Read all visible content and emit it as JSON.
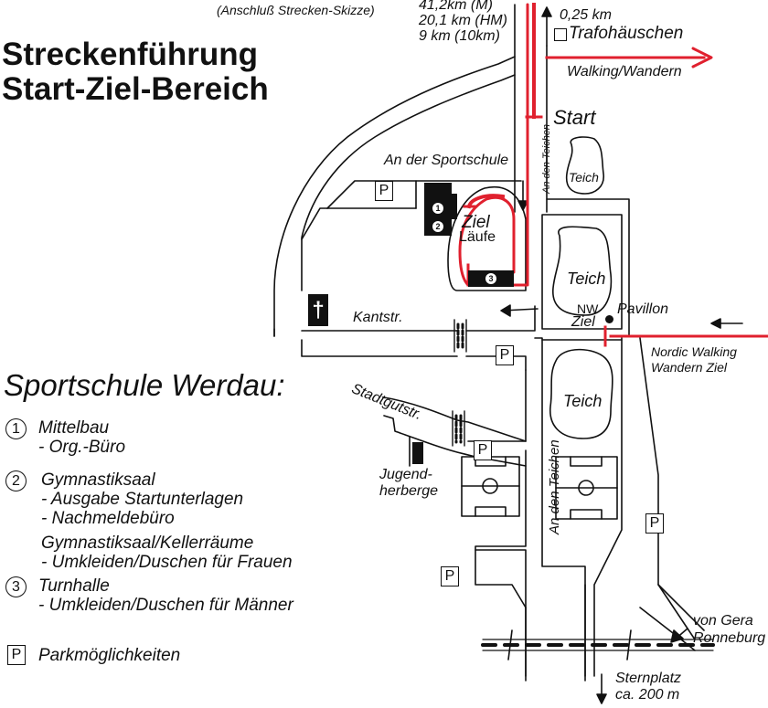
{
  "title": {
    "line1": "Streckenführung",
    "line2": "Start-Ziel-Bereich"
  },
  "route_note": {
    "anschluss": "(Anschluß Strecken-Skizze)",
    "marathon": "41,2km (M)",
    "half": "20,1 km (HM)",
    "ten_k": "9 km (10km)"
  },
  "labels": {
    "distance": "0,25 km",
    "trafo": "Trafohäuschen",
    "walking": "Walking/Wandern",
    "start": "Start",
    "an_der_sportschule": "An der Sportschule",
    "an_den_teichen_top": "An den Teichen",
    "an_den_teichen_bottom": "An den Teichen",
    "teich_small": "Teich",
    "teich_mid": "Teich",
    "teich_low": "Teich",
    "ziel": "Ziel",
    "laeufe": "Läufe",
    "nw": "NW",
    "nw_ziel": "Ziel",
    "pavillon": "Pavillon",
    "nordic_line1": "Nordic Walking",
    "nordic_line2": "Wandern Ziel",
    "kantstr": "Kantstr.",
    "stadtgutstr": "Stadtgutstr.",
    "jugend_line1": "Jugend-",
    "jugend_line2": "herberge",
    "von_gera": "von Gera",
    "ronneburg": "Ronneburg",
    "sternplatz": "Sternplatz",
    "sternplatz_dist": "ca. 200 m"
  },
  "parking_symbol": "P",
  "chapel_symbol": "†",
  "building_numbers": [
    "1",
    "2",
    "3"
  ],
  "legend": {
    "heading": "Sportschule Werdau:",
    "items": [
      {
        "num": "1",
        "lines": [
          "Mittelbau",
          "- Org.-Büro"
        ]
      },
      {
        "num": "2",
        "lines": [
          "Gymnastiksaal",
          "- Ausgabe Startunterlagen",
          "- Nachmeldebüro"
        ]
      },
      {
        "num": "",
        "lines": [
          "Gymnastiksaal/Kellerräume",
          "- Umkleiden/Duschen für Frauen"
        ]
      },
      {
        "num": "3",
        "lines": [
          "Turnhalle",
          "- Umkleiden/Duschen für Männer"
        ]
      }
    ],
    "parking_label": "Parkmöglichkeiten"
  },
  "colors": {
    "route": "#e0202e",
    "ink": "#111111",
    "background": "#ffffff"
  }
}
